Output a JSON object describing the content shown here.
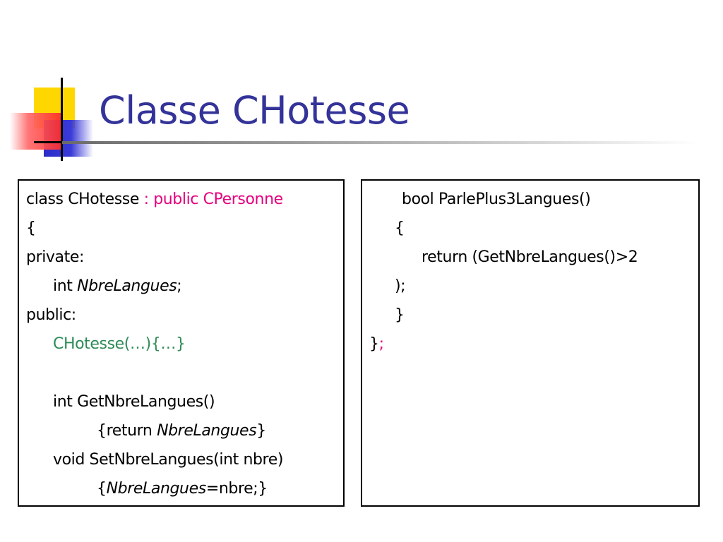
{
  "slide": {
    "title": "Classe CHotesse"
  },
  "left_code": {
    "l1_a": "class CHotesse ",
    "l1_b": ": public CPersonne",
    "l2": "{",
    "l3": "private:",
    "l4_a": "int ",
    "l4_b": "NbreLangues",
    "l4_c": ";",
    "l5": "public:",
    "l6": "CHotesse(…){…}",
    "l8": "int GetNbreLangues()",
    "l9_a": "{return ",
    "l9_b": "NbreLangues",
    "l9_c": "}",
    "l10": "void SetNbreLangues(int nbre)",
    "l11_a": "{",
    "l11_b": "NbreLangues",
    "l11_c": "=nbre;}"
  },
  "right_code": {
    "l1": "bool ParlePlus3Langues()",
    "l2": "{",
    "l3": "return (GetNbreLangues()>2",
    "l4": ");",
    "l5": "}",
    "l6_a": "}",
    "l6_b": ";"
  },
  "colors": {
    "title": "#333399",
    "keyword_magenta": "#e6007e",
    "constructor_green": "#2e8b57"
  }
}
